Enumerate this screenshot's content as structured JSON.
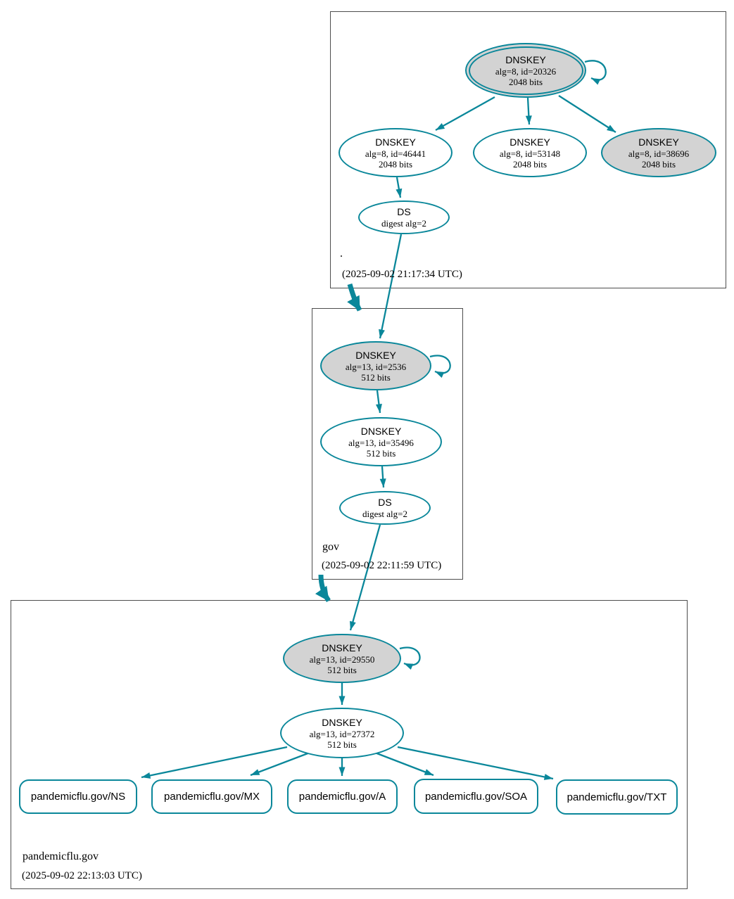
{
  "colors": {
    "edge": "#0a879a",
    "ksk-fill": "#d3d3d3",
    "box-border": "#4d4d4d"
  },
  "zones": [
    {
      "label": ".",
      "timestamp": "(2025-09-02 21:17:34 UTC)",
      "nodes": {
        "ksk": {
          "title": "DNSKEY",
          "attrs": "alg=8, id=20326",
          "bits": "2048 bits"
        },
        "key46441": {
          "title": "DNSKEY",
          "attrs": "alg=8, id=46441",
          "bits": "2048 bits"
        },
        "key53148": {
          "title": "DNSKEY",
          "attrs": "alg=8, id=53148",
          "bits": "2048 bits"
        },
        "key38696": {
          "title": "DNSKEY",
          "attrs": "alg=8, id=38696",
          "bits": "2048 bits"
        },
        "ds": {
          "title": "DS",
          "attrs": "digest alg=2"
        }
      }
    },
    {
      "label": "gov",
      "timestamp": "(2025-09-02 22:11:59 UTC)",
      "nodes": {
        "ksk": {
          "title": "DNSKEY",
          "attrs": "alg=13, id=2536",
          "bits": "512 bits"
        },
        "zsk": {
          "title": "DNSKEY",
          "attrs": "alg=13, id=35496",
          "bits": "512 bits"
        },
        "ds": {
          "title": "DS",
          "attrs": "digest alg=2"
        }
      }
    },
    {
      "label": "pandemicflu.gov",
      "timestamp": "(2025-09-02 22:13:03 UTC)",
      "nodes": {
        "ksk": {
          "title": "DNSKEY",
          "attrs": "alg=13, id=29550",
          "bits": "512 bits"
        },
        "zsk": {
          "title": "DNSKEY",
          "attrs": "alg=13, id=27372",
          "bits": "512 bits"
        }
      },
      "rrsets": [
        "pandemicflu.gov/NS",
        "pandemicflu.gov/MX",
        "pandemicflu.gov/A",
        "pandemicflu.gov/SOA",
        "pandemicflu.gov/TXT"
      ]
    }
  ]
}
